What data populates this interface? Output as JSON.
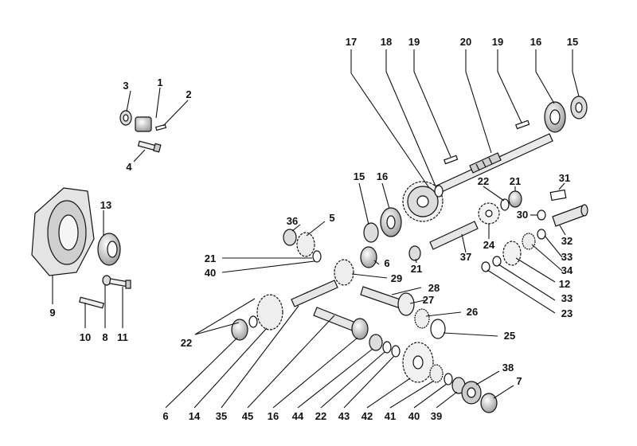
{
  "callouts": [
    {
      "id": "c-17",
      "text": "17"
    },
    {
      "id": "c-18",
      "text": "18"
    },
    {
      "id": "c-19a",
      "text": "19"
    },
    {
      "id": "c-20",
      "text": "20"
    },
    {
      "id": "c-19b",
      "text": "19"
    },
    {
      "id": "c-16a",
      "text": "16"
    },
    {
      "id": "c-15a",
      "text": "15"
    },
    {
      "id": "c-3",
      "text": "3"
    },
    {
      "id": "c-1",
      "text": "1"
    },
    {
      "id": "c-2",
      "text": "2"
    },
    {
      "id": "c-4",
      "text": "4"
    },
    {
      "id": "c-13",
      "text": "13"
    },
    {
      "id": "c-36",
      "text": "36"
    },
    {
      "id": "c-5",
      "text": "5"
    },
    {
      "id": "c-15b",
      "text": "15"
    },
    {
      "id": "c-16b",
      "text": "16"
    },
    {
      "id": "c-22a",
      "text": "22"
    },
    {
      "id": "c-21a",
      "text": "21"
    },
    {
      "id": "c-31",
      "text": "31"
    },
    {
      "id": "c-30",
      "text": "30"
    },
    {
      "id": "c-32",
      "text": "32"
    },
    {
      "id": "c-33a",
      "text": "33"
    },
    {
      "id": "c-34",
      "text": "34"
    },
    {
      "id": "c-12",
      "text": "12"
    },
    {
      "id": "c-33b",
      "text": "33"
    },
    {
      "id": "c-23",
      "text": "23"
    },
    {
      "id": "c-24",
      "text": "24"
    },
    {
      "id": "c-37",
      "text": "37"
    },
    {
      "id": "c-21b",
      "text": "21"
    },
    {
      "id": "c-21c",
      "text": "21"
    },
    {
      "id": "c-40a",
      "text": "40"
    },
    {
      "id": "c-6a",
      "text": "6"
    },
    {
      "id": "c-29",
      "text": "29"
    },
    {
      "id": "c-28",
      "text": "28"
    },
    {
      "id": "c-27",
      "text": "27"
    },
    {
      "id": "c-26",
      "text": "26"
    },
    {
      "id": "c-25",
      "text": "25"
    },
    {
      "id": "c-9",
      "text": "9"
    },
    {
      "id": "c-10",
      "text": "10"
    },
    {
      "id": "c-8",
      "text": "8"
    },
    {
      "id": "c-11",
      "text": "11"
    },
    {
      "id": "c-22b",
      "text": "22"
    },
    {
      "id": "c-6b",
      "text": "6"
    },
    {
      "id": "c-14",
      "text": "14"
    },
    {
      "id": "c-35",
      "text": "35"
    },
    {
      "id": "c-45",
      "text": "45"
    },
    {
      "id": "c-16c",
      "text": "16"
    },
    {
      "id": "c-44",
      "text": "44"
    },
    {
      "id": "c-22c",
      "text": "22"
    },
    {
      "id": "c-43",
      "text": "43"
    },
    {
      "id": "c-42",
      "text": "42"
    },
    {
      "id": "c-41",
      "text": "41"
    },
    {
      "id": "c-40b",
      "text": "40"
    },
    {
      "id": "c-39",
      "text": "39"
    },
    {
      "id": "c-38",
      "text": "38"
    },
    {
      "id": "c-7",
      "text": "7"
    }
  ]
}
